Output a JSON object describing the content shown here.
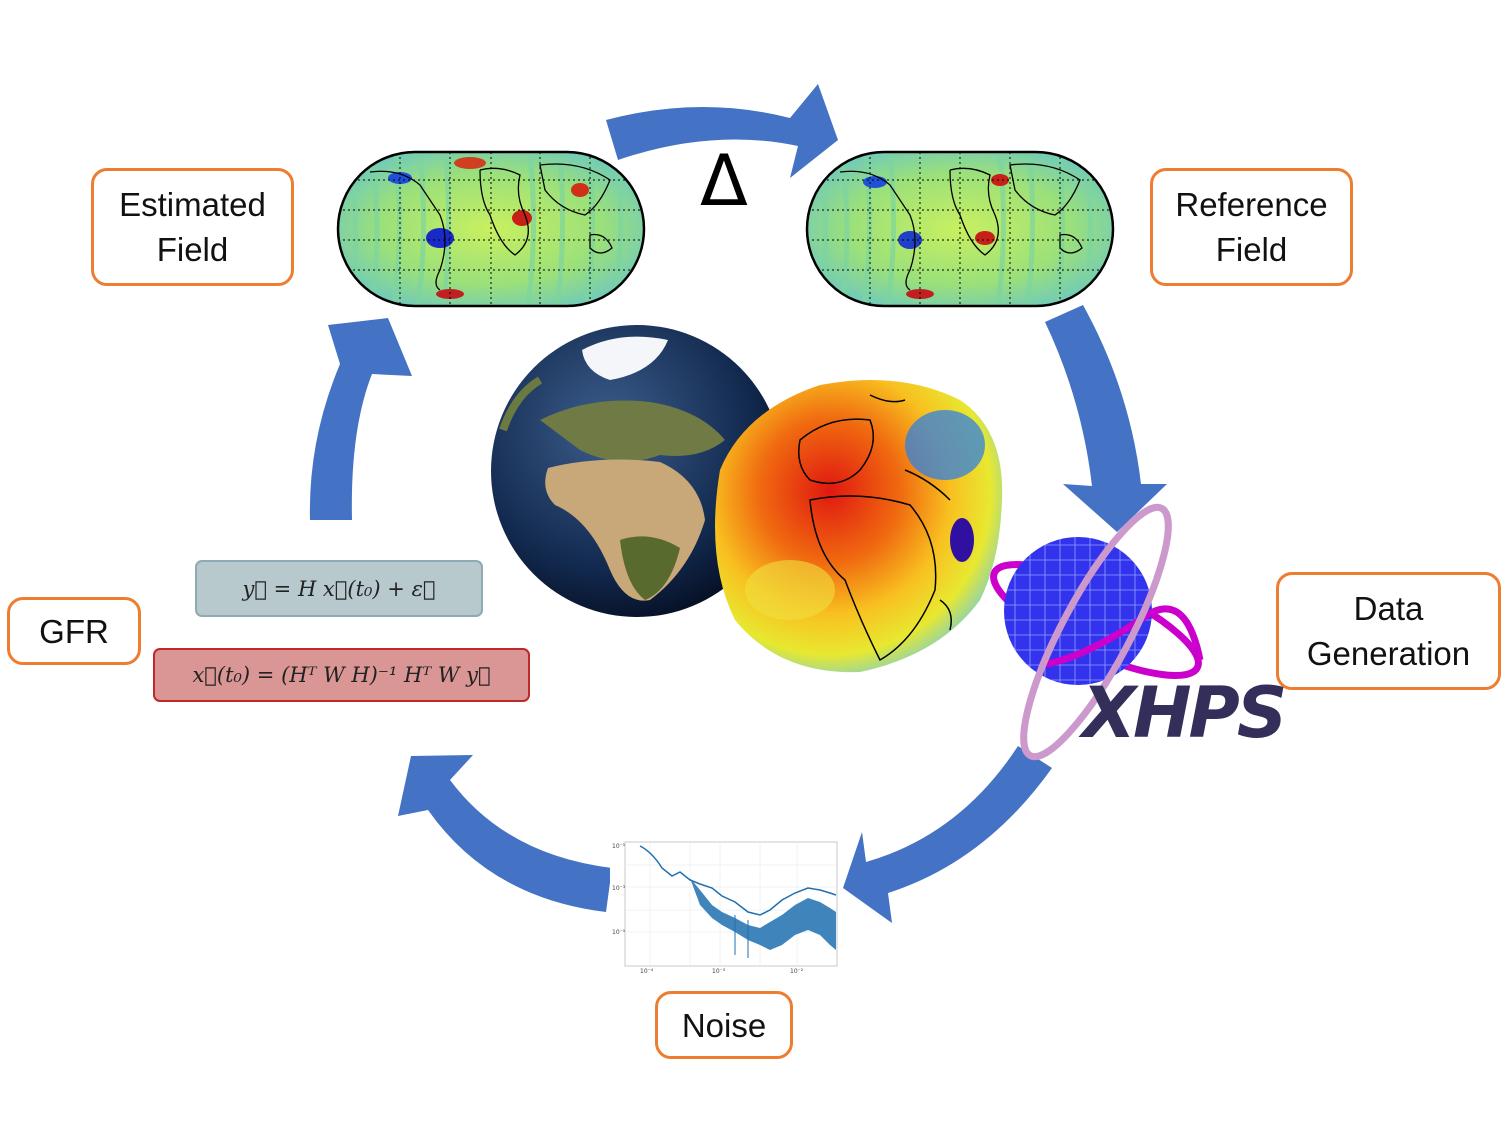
{
  "labels": {
    "estimated": "Estimated\nField",
    "reference": "Reference\nField",
    "data_generation": "Data\nGeneration",
    "gfr": "GFR",
    "noise": "Noise"
  },
  "delta_symbol": "Δ",
  "xhps_logo": "XHPS",
  "equations": {
    "observation": "y⃗ = H x⃗(t₀) + ε⃗",
    "estimate": "x⃗(t₀) = (Hᵀ W H)⁻¹ Hᵀ W y⃗"
  },
  "colors": {
    "arrow": "#4472C4",
    "label_border": "#ED7D31",
    "eq1_fill": "#B7C9CC",
    "eq2_fill": "#D99694",
    "eq2_border": "#C0282A",
    "xhps_text": "#332F5A",
    "planet_fill": "#3333EE",
    "ring_magenta": "#CC00CC",
    "ring_lilac": "#CC99CC"
  },
  "icons": [
    "cycle-arrow-icon",
    "world-map-icon",
    "earth-globe-icon",
    "geoid-globe-icon",
    "xhps-planet-icon",
    "noise-spectrum-icon"
  ]
}
